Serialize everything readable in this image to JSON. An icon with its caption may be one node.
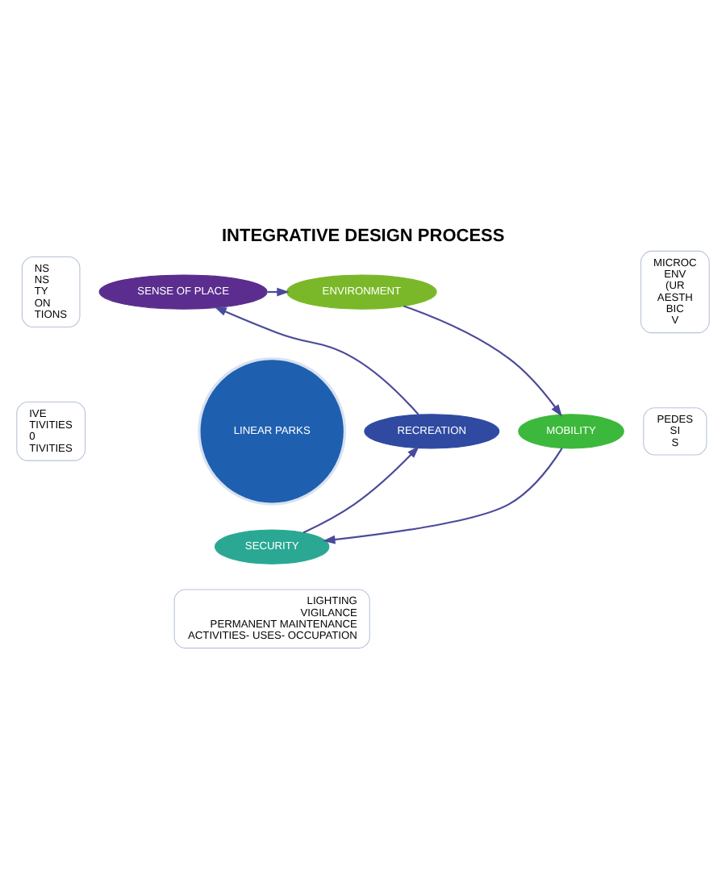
{
  "diagram": {
    "title": "INTEGRATIVE DESIGN PROCESS",
    "nodes": [
      {
        "text": [
          "NS",
          "NS",
          "TY",
          "ON",
          "TIONS"
        ]
      },
      {
        "text": [
          "SENSE OF PLACE"
        ]
      },
      {
        "text": [
          "ENVIRONMENT"
        ]
      },
      {
        "text": [
          "MICROC",
          "ENV",
          "(UR",
          "AESTH",
          "BIC",
          "V"
        ]
      },
      {
        "text": [
          "LINEAR PARKS"
        ]
      },
      {
        "text": [
          "RECREATION"
        ]
      },
      {
        "text": [
          "MOBILITY"
        ]
      },
      {
        "text": [
          "IVE",
          "TIVITIES",
          "0",
          "TIVITIES"
        ]
      },
      {
        "text": [
          "PEDES",
          "SI",
          "S"
        ]
      },
      {
        "text": [
          "SECURITY"
        ]
      },
      {
        "text": [
          "LIGHTING",
          "VIGILANCE",
          "PERMANENT MAINTENANCE",
          "ACTIVITIES- USES- OCCUPATION"
        ]
      }
    ],
    "edges": [
      {
        "from": 1,
        "to": 2,
        "arrow": "to"
      },
      {
        "from": 2,
        "to": 6,
        "arrow": "to"
      },
      {
        "from": 6,
        "to": 9,
        "arrow": "to"
      },
      {
        "from": 9,
        "to": 5,
        "arrow": "to"
      },
      {
        "from": 5,
        "to": 1,
        "arrow": "to"
      }
    ]
  }
}
